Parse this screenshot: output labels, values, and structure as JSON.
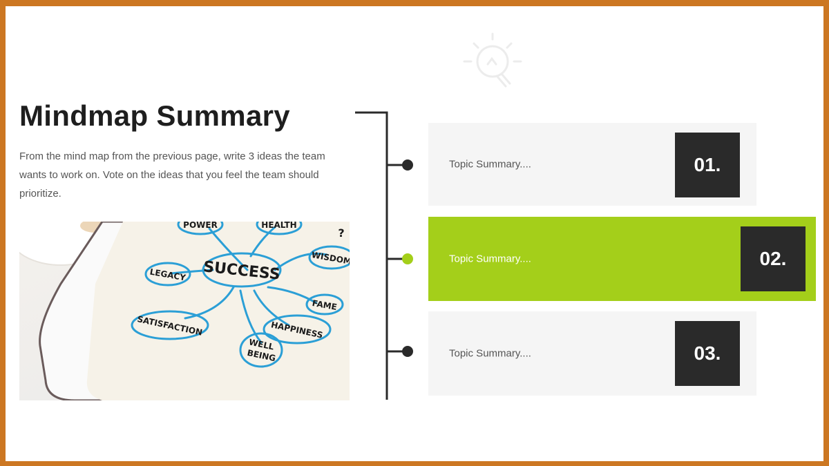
{
  "slide": {
    "title": "Mindmap Summary",
    "description": "From the mind map from the previous page, write 3 ideas the team wants to work on. Vote on the ideas that you feel the team should prioritize.",
    "accent_color": "#a4cf1a",
    "border_color": "#cc7722",
    "dark_color": "#2a2a2a"
  },
  "mindmap_image": {
    "center": "SUCCESS",
    "nodes": [
      "POWER",
      "HEALTH",
      "WISDOM",
      "LEGACY",
      "FAME",
      "SATISFACTION",
      "HAPPINESS",
      "WELL",
      "BEING",
      "?"
    ]
  },
  "topics": [
    {
      "number": "01.",
      "label": "Topic Summary....",
      "active": false
    },
    {
      "number": "02.",
      "label": "Topic Summary....",
      "active": true
    },
    {
      "number": "03.",
      "label": "Topic Summary....",
      "active": false
    }
  ]
}
